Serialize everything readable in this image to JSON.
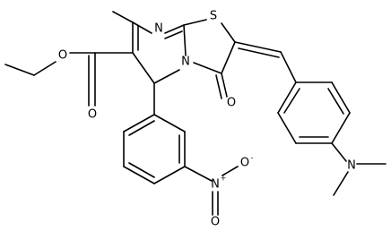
{
  "molecule": {
    "atom_labels": {
      "n_ring_top": "N",
      "s_ring": "S",
      "n_ring_bridge": "N",
      "o_ketone": "O",
      "o_ester_ether": "O",
      "o_ester_carbonyl": "O",
      "n_nitro": "N",
      "n_nitro_charge": "+",
      "o_nitro_top": "O",
      "o_nitro_top_charge": "-",
      "o_nitro_bottom": "O",
      "n_dimethylamino": "N"
    }
  }
}
